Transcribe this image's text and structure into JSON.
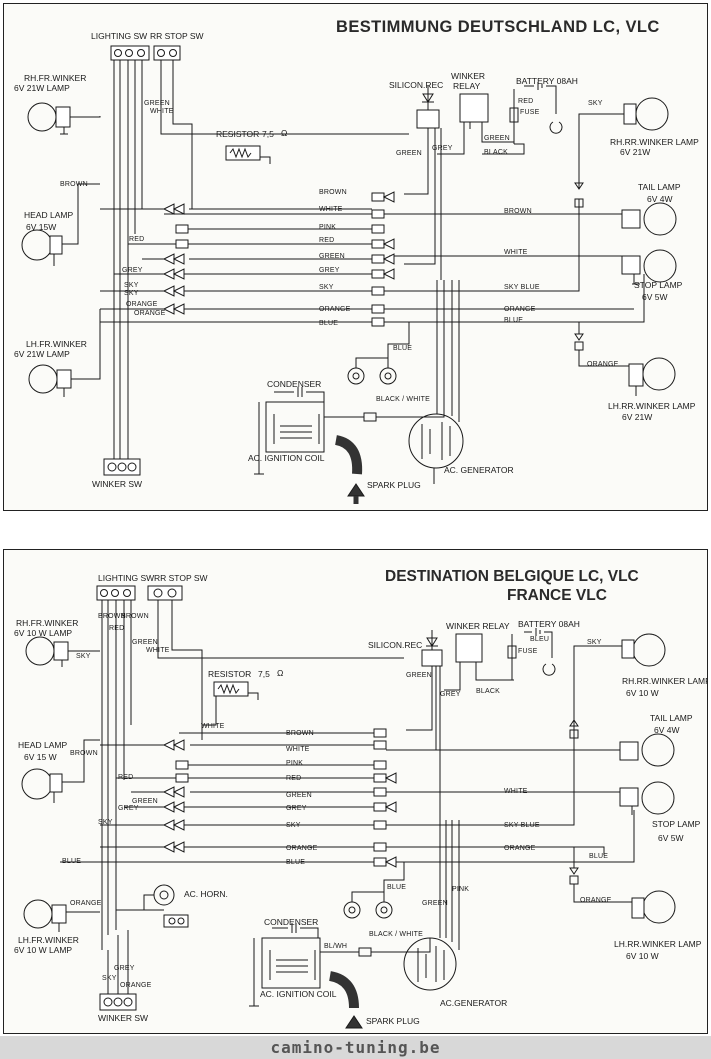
{
  "top": {
    "title": "BESTIMMUNG DEUTSCHLAND LC, VLC",
    "components": {
      "lighting_sw": "LIGHTING SW",
      "rr_stop_sw": "RR STOP SW",
      "rh_fr_winker_1": "RH.FR.WINKER",
      "rh_fr_winker_2": "6V  21W       LAMP",
      "silicon_rec": "SILICON.REC",
      "winker_relay_1": "WINKER",
      "winker_relay_2": "RELAY",
      "battery": "BATTERY 08AH",
      "fuse": "FUSE",
      "rh_rr_winker_1": "RH.RR.WINKER LAMP",
      "rh_rr_winker_2": "6V  21W",
      "resistor": "RESISTOR",
      "resistor_value": "7,5",
      "ohm": "Ω",
      "head_lamp_1": "HEAD LAMP",
      "head_lamp_2": "6V  15W",
      "tail_lamp_1": "TAIL LAMP",
      "tail_lamp_2": "6V  4W",
      "stop_lamp_1": "STOP LAMP",
      "stop_lamp_2": "6V  5W",
      "lh_fr_winker_1": "LH.FR.WINKER",
      "lh_fr_winker_2": "6V  21W       LAMP",
      "lh_rr_winker_1": "LH.RR.WINKER LAMP",
      "lh_rr_winker_2": "6V  21W",
      "condenser": "CONDENSER",
      "ignition_coil": "AC. IGNITION COIL",
      "spark_plug": "SPARK PLUG",
      "generator": "AC. GENERATOR",
      "winker_sw": "WINKER SW"
    },
    "wires": {
      "green_1": "GREEN",
      "white_1": "WHITE",
      "red_1": "RED",
      "green_2": "GREEN",
      "grey_1": "GREY",
      "black_1": "BLACK",
      "green_3": "GREEN",
      "sky_1": "SKY",
      "brown_1": "BROWN",
      "brown_2": "BROWN",
      "white_2": "WHITE",
      "pink": "PINK",
      "red_2": "RED",
      "red_3": "RED",
      "green_4": "GREEN",
      "grey_2": "GREY",
      "grey_3": "GREY",
      "sky_2": "SKY",
      "sky_3": "SKY",
      "sky_4": "SKY",
      "sky_blue": "SKY  BLUE",
      "orange_1": "ORANGE",
      "orange_2": "ORANGE",
      "orange_3": "ORANGE",
      "orange_4": "ORANGE",
      "blue_1": "BLUE",
      "blue_2": "BLUE",
      "blue_3": "BLUE",
      "brown_3": "BROWN",
      "white_3": "WHITE",
      "black_white": "BLACK / WHITE"
    }
  },
  "bottom": {
    "title_1": "DESTINATION BELGIQUE LC, VLC",
    "title_2": "FRANCE VLC",
    "components": {
      "lighting_sw": "LIGHTING SW",
      "rr_stop_sw": "RR STOP SW",
      "rh_fr_winker_1": "RH.FR.WINKER",
      "rh_fr_winker_2": "6V   10 W   LAMP",
      "winker_relay": "WINKER RELAY",
      "silicon_rec": "SILICON.REC",
      "battery": "BATTERY 08AH",
      "fuse": "FUSE",
      "rh_rr_winker_1": "RH.RR.WINKER LAMP",
      "rh_rr_winker_2": "6V     10 W",
      "resistor": "RESISTOR",
      "resistor_value": "7,5",
      "ohm": "Ω",
      "head_lamp_1": "HEAD LAMP",
      "head_lamp_2": "6V   15  W",
      "tail_lamp_1": "TAIL LAMP",
      "tail_lamp_2": "6V   4W",
      "stop_lamp_1": "STOP LAMP",
      "stop_lamp_2": "6V     5W",
      "ac_horn": "AC. HORN.",
      "lh_fr_winker_1": "LH.FR.WINKER",
      "lh_fr_winker_2": "6V  10 W   LAMP",
      "lh_rr_winker_1": "LH.RR.WINKER LAMP",
      "lh_rr_winker_2": "6V     10  W",
      "condenser": "CONDENSER",
      "ignition_coil": "AC. IGNITION COIL",
      "spark_plug": "SPARK PLUG",
      "generator": "AC.GENERATOR",
      "winker_sw": "WINKER SW"
    },
    "wires": {
      "brown_1": "BROWN",
      "brown_2": "BROWN",
      "red_1": "RED",
      "green_1": "GREEN",
      "white_1": "WHITE",
      "green_2": "GREEN",
      "grey_1": "GREY",
      "black_1": "BLACK",
      "bleu": "BLEU",
      "sky_1": "SKY",
      "white_2": "WHITE",
      "brown_3": "BROWN",
      "brown_4": "BROWN",
      "white_3": "WHITE",
      "pink": "PINK",
      "red_2": "RED",
      "red_3": "RED",
      "green_3": "GREEN",
      "green_4": "GREEN",
      "grey_2": "GREY",
      "grey_3": "GREY",
      "white_4": "WHITE",
      "sky_2": "SKY",
      "sky_3": "SKY",
      "sky_blue": "SKY  BLUE",
      "orange_1": "ORANGE",
      "orange_2": "ORANGE",
      "blue_1": "BLUE",
      "blue_2": "BLUE",
      "blue_3": "BLUE",
      "blue_4": "BLUE",
      "pink_2": "PINK",
      "green_5": "GREEN",
      "orange_3": "ORANGE",
      "orange_4": "ORANGE",
      "grey_4": "GREY",
      "sky_4": "SKY",
      "black_white": "BLACK / WHITE",
      "bl_wh": "BL/WH"
    }
  },
  "footer": {
    "site": "camino-tuning.be"
  }
}
